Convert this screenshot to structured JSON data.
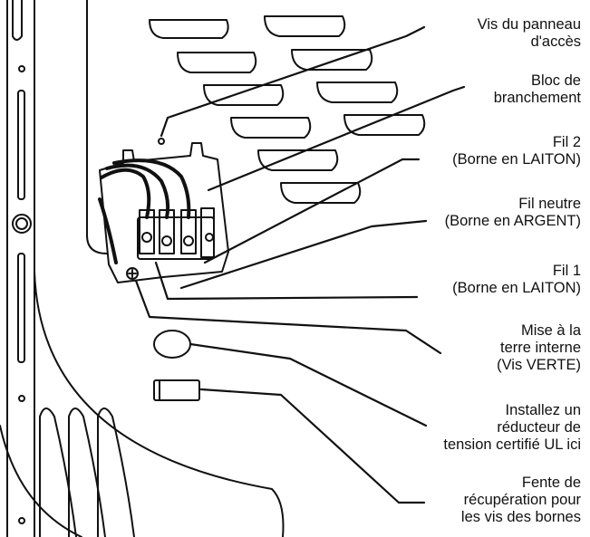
{
  "callouts": [
    {
      "id": "vis-panneau",
      "lines": [
        "Vis du panneau",
        "d'accès"
      ]
    },
    {
      "id": "bloc-branchement",
      "lines": [
        "Bloc de",
        "branchement"
      ]
    },
    {
      "id": "fil-2",
      "lines": [
        "Fil 2",
        "(Borne en LAITON)"
      ]
    },
    {
      "id": "fil-neutre",
      "lines": [
        "Fil neutre",
        "(Borne en ARGENT)"
      ]
    },
    {
      "id": "fil-1",
      "lines": [
        "Fil 1",
        "(Borne en LAITON)"
      ]
    },
    {
      "id": "mise-terre",
      "lines": [
        "Mise à la",
        "terre interne",
        "(Vis VERTE)"
      ]
    },
    {
      "id": "reducteur",
      "lines": [
        "Installez un",
        "réducteur de",
        "tension certifié UL ici"
      ]
    },
    {
      "id": "fente",
      "lines": [
        "Fente de",
        "récupération pour",
        "les vis des bornes"
      ]
    }
  ]
}
